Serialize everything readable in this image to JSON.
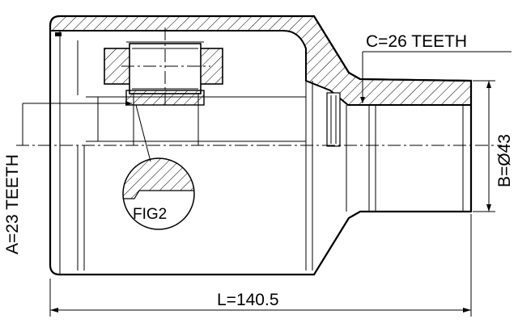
{
  "labels": {
    "spline_a": "A=23 TEETH",
    "spline_c": "C=26 TEETH",
    "diameter_b": "B=Ø43",
    "length_l": "L=140.5",
    "detail": "FIG2"
  }
}
